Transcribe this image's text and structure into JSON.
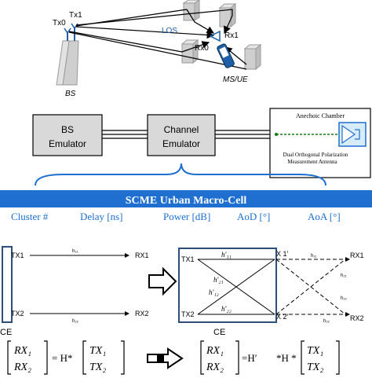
{
  "scenario": {
    "tx0": "Tx0",
    "tx1": "Tx1",
    "los": "LOS",
    "rx1": "Rx1",
    "rx0": "Rx0",
    "bs": "BS",
    "ms_ue": "MS/UE"
  },
  "setup": {
    "bs_emulator": [
      "BS",
      "Emulator"
    ],
    "channel_emulator": [
      "Channel",
      "Emulator"
    ],
    "chamber_title": "Anechoic Chamber",
    "antenna_label": [
      "Dual Orthogonal Polarization",
      "Measurement Antenna"
    ],
    "scme_title": "SCME Urban Macro-Cell",
    "params": [
      "Cluster #",
      "Delay [ns]",
      "Power [dB]",
      "AoD [°]",
      "AoA [°]"
    ]
  },
  "ce_left": {
    "tx1": "TX1",
    "tx2": "TX2",
    "rx1": "RX1",
    "rx2": "RX2",
    "h11": "h₁₁",
    "h22": "h₂₂",
    "ce": "CE"
  },
  "ce_right": {
    "tx1": "TX1",
    "tx2": "TX2",
    "h11p": "h′₁₁",
    "h21p": "h′₂₁",
    "h12p": "h′₁₂",
    "h22p": "h′₂₂",
    "x1p": "X 1′",
    "x2p": "X 2′",
    "rx1": "RX1",
    "rx2": "RX2",
    "h11": "h₁₁",
    "h12": "h₁₂",
    "h21": "h₂₁",
    "h22": "h₂₂",
    "ce": "CE"
  },
  "equations": {
    "left_rx1": "RX₁",
    "left_rx2": "RX₂",
    "op1": "= H*",
    "left_tx1": "TX₁",
    "left_tx2": "TX₂",
    "right_rx1": "RX₁",
    "right_rx2": "RX₂",
    "op2": "=H′",
    "op3": "*H *",
    "right_tx1": "TX₁",
    "right_tx2": "TX₂"
  },
  "colors": {
    "accent_blue": "#1f5fa8",
    "box_gray": "#d9d9d9",
    "ce_border": "#2e4d7b",
    "bar_blue": "#1f6fd1"
  }
}
